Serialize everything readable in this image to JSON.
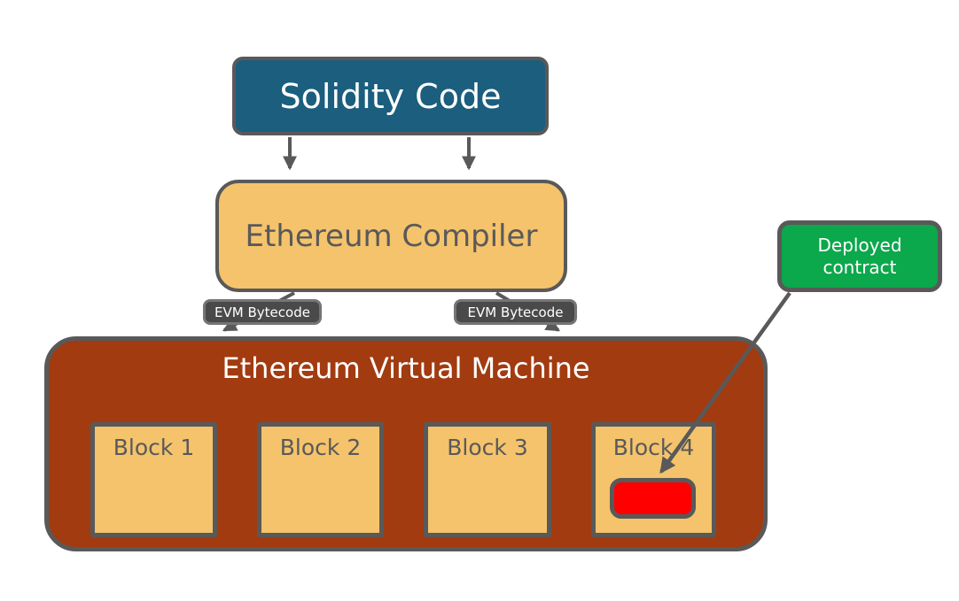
{
  "diagram": {
    "nodes": {
      "solidity": {
        "label": "Solidity Code",
        "fill": "#1b5e7e",
        "text_color": "#ffffff"
      },
      "compiler": {
        "label": "Ethereum Compiler",
        "fill": "#f4c36c",
        "text_color": "#595959"
      },
      "bytecode_left": {
        "label": "EVM Bytecode",
        "fill": "#4a4a4a",
        "text_color": "#ffffff"
      },
      "bytecode_right": {
        "label": "EVM Bytecode",
        "fill": "#4a4a4a",
        "text_color": "#ffffff"
      },
      "evm": {
        "label": "Ethereum Virtual Machine",
        "fill": "#a23b10",
        "text_color": "#ffffff"
      },
      "blocks": [
        {
          "label": "Block 1"
        },
        {
          "label": "Block 2"
        },
        {
          "label": "Block 3"
        },
        {
          "label": "Block 4"
        }
      ],
      "deployed": {
        "label_line1": "Deployed",
        "label_line2": "contract",
        "fill": "#0ba84c",
        "text_color": "#ffffff"
      },
      "contract_marker": {
        "fill": "#fe0000"
      }
    },
    "edges": [
      {
        "from": "solidity",
        "to": "compiler",
        "side": "left"
      },
      {
        "from": "solidity",
        "to": "compiler",
        "side": "right"
      },
      {
        "from": "compiler",
        "to": "evm",
        "via": "bytecode_left"
      },
      {
        "from": "compiler",
        "to": "evm",
        "via": "bytecode_right"
      },
      {
        "from": "deployed",
        "to": "contract_marker"
      }
    ],
    "colors": {
      "border": "#595959",
      "arrow": "#595959",
      "background": "#ffffff"
    }
  }
}
